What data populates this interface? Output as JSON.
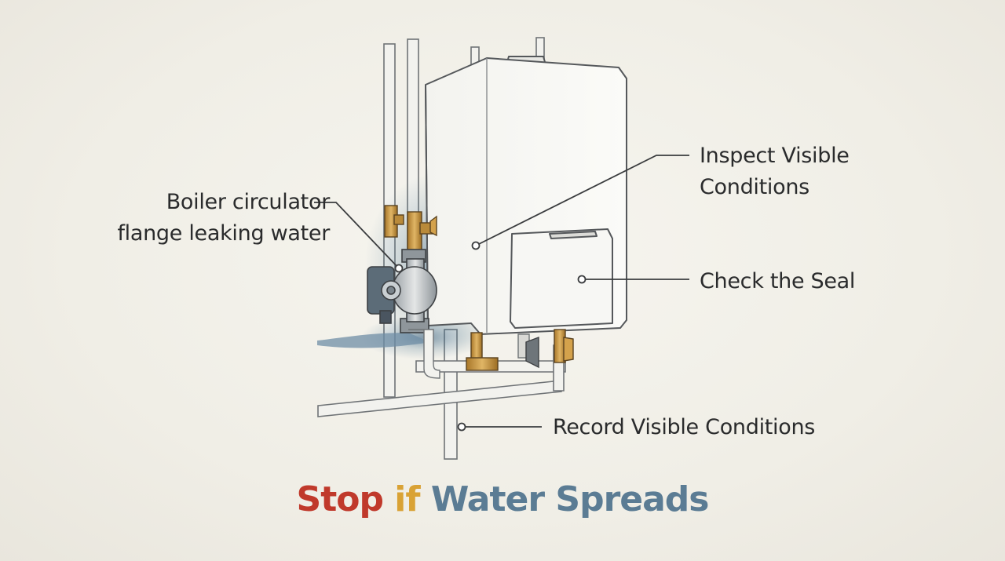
{
  "callouts": {
    "circulator": {
      "line1": "Boiler circulator",
      "line2": "flange leaking water"
    },
    "inspect": {
      "line1": "Inspect Visible",
      "line2": "Conditions"
    },
    "seal": "Check the Seal",
    "record": "Record Visible Conditions"
  },
  "headline": {
    "word1": "Stop",
    "word2": "if",
    "word3": "Water Spreads"
  },
  "colors": {
    "headline_word1": "#c0392b",
    "headline_word2": "#d9a235",
    "headline_word3": "#5b7c94",
    "leak": "#2f5878",
    "brass": "#c9963e",
    "line": "#3a3c3e"
  },
  "icons": [
    "boiler-icon",
    "circulator-pump-icon",
    "valve-icon",
    "pipe-icon",
    "water-spray-icon"
  ]
}
